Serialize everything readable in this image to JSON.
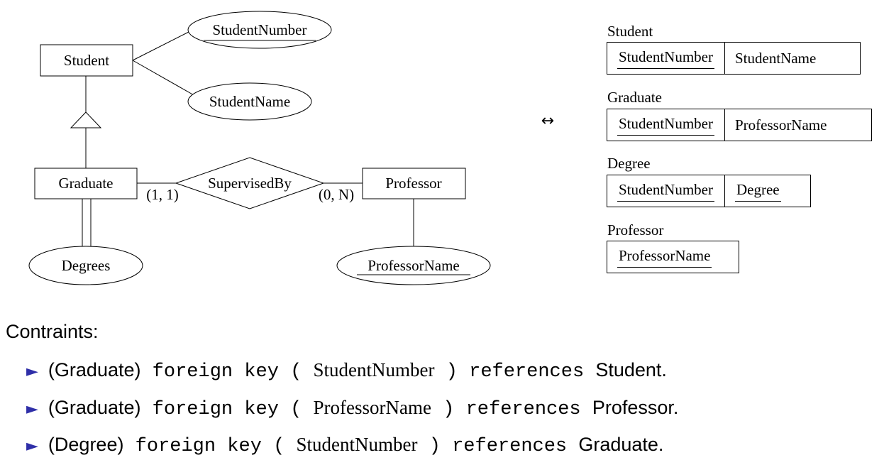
{
  "er": {
    "student": "Student",
    "student_number": "StudentNumber",
    "student_name": "StudentName",
    "graduate": "Graduate",
    "supervised_by": "SupervisedBy",
    "card_left": "(1, 1)",
    "card_right": "(0, N)",
    "professor": "Professor",
    "degrees": "Degrees",
    "professor_name": "ProfessorName"
  },
  "arrow": "↔",
  "tables": [
    {
      "name": "Student",
      "cols": [
        {
          "label": "StudentNumber",
          "key": true
        },
        {
          "label": "StudentName",
          "key": false
        }
      ]
    },
    {
      "name": "Graduate",
      "cols": [
        {
          "label": "StudentNumber",
          "key": true
        },
        {
          "label": "ProfessorName",
          "key": false
        }
      ]
    },
    {
      "name": "Degree",
      "cols": [
        {
          "label": "StudentNumber",
          "key": true
        },
        {
          "label": "Degree",
          "key": true
        }
      ]
    },
    {
      "name": "Professor",
      "cols": [
        {
          "label": "ProfessorName",
          "key": true
        }
      ]
    }
  ],
  "constraints": {
    "title": "Contraints:",
    "bullet": "►",
    "items": [
      {
        "table": "(Graduate)",
        "kw1": " foreign key ( ",
        "col": "StudentNumber",
        "kw2": " ) references ",
        "ref": "Student."
      },
      {
        "table": "(Graduate)",
        "kw1": " foreign key ( ",
        "col": "ProfessorName",
        "kw2": " ) references ",
        "ref": "Professor."
      },
      {
        "table": "(Degree)",
        "kw1": " foreign key ( ",
        "col": "StudentNumber",
        "kw2": " ) references ",
        "ref": "Graduate."
      }
    ]
  }
}
